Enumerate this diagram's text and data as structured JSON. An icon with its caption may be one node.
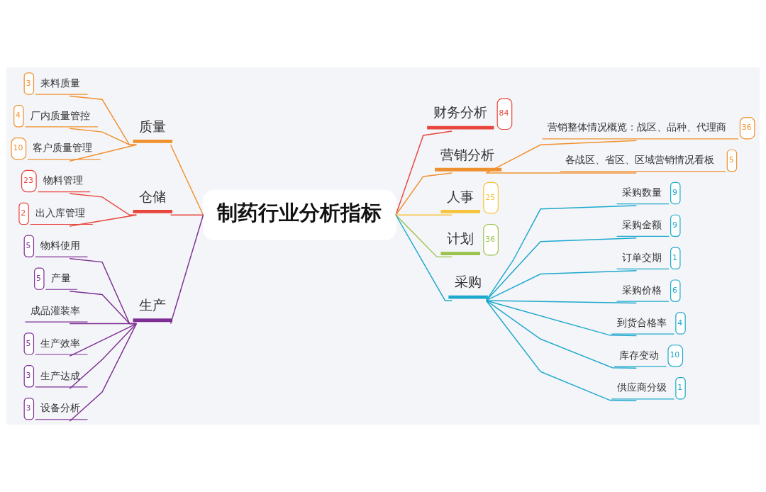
{
  "diagram": {
    "nodes": [
      {
        "text": [
          "制药行业分析指标"
        ]
      },
      {
        "text": [
          "财务分析",
          "84"
        ]
      },
      {
        "text": [
          "营销分析"
        ]
      },
      {
        "text": [
          "营销整体情况概览：战区、品种、代理商",
          "36"
        ]
      },
      {
        "text": [
          "各战区、省区、区域营销情况看板",
          "5"
        ]
      },
      {
        "text": [
          "人事",
          "25"
        ]
      },
      {
        "text": [
          "计划",
          "36"
        ]
      },
      {
        "text": [
          "采购"
        ]
      },
      {
        "text": [
          "采购数量",
          "9"
        ]
      },
      {
        "text": [
          "采购金额",
          "9"
        ]
      },
      {
        "text": [
          "订单交期",
          "1"
        ]
      },
      {
        "text": [
          "采购价格",
          "6"
        ]
      },
      {
        "text": [
          "到货合格率",
          "4"
        ]
      },
      {
        "text": [
          "库存变动",
          "10"
        ]
      },
      {
        "text": [
          "供应商分级",
          "1"
        ]
      },
      {
        "text": [
          "质量"
        ]
      },
      {
        "text": [
          "3",
          "来料质量"
        ]
      },
      {
        "text": [
          "4",
          "厂内质量管控"
        ]
      },
      {
        "text": [
          "10",
          "客户质量管理"
        ]
      },
      {
        "text": [
          "仓储"
        ]
      },
      {
        "text": [
          "23",
          "物料管理"
        ]
      },
      {
        "text": [
          "2",
          "出入库管理"
        ]
      },
      {
        "text": [
          "生产"
        ]
      },
      {
        "text": [
          "5",
          "物料使用"
        ]
      },
      {
        "text": [
          "5",
          "产量"
        ]
      },
      {
        "text": [
          "成品灌装率"
        ]
      },
      {
        "text": [
          "5",
          "生产效率"
        ]
      },
      {
        "text": [
          "3",
          "生产达成"
        ]
      },
      {
        "text": [
          "3",
          "设备分析"
        ]
      }
    ],
    "edges": [
      {
        "from": 0,
        "to": 1,
        "arrow": "none",
        "color": "#e8453c"
      },
      {
        "from": 0,
        "to": 2,
        "arrow": "none",
        "color": "#f0912f"
      },
      {
        "from": 2,
        "to": 3,
        "arrow": "none",
        "color": "#f0912f"
      },
      {
        "from": 2,
        "to": 4,
        "arrow": "none",
        "color": "#f0912f"
      },
      {
        "from": 0,
        "to": 5,
        "arrow": "none",
        "color": "#f7c33b"
      },
      {
        "from": 0,
        "to": 6,
        "arrow": "none",
        "color": "#9bc24a"
      },
      {
        "from": 0,
        "to": 7,
        "arrow": "none",
        "color": "#1ea8cc"
      },
      {
        "from": 7,
        "to": 8,
        "arrow": "none",
        "color": "#1ea8cc"
      },
      {
        "from": 7,
        "to": 9,
        "arrow": "none",
        "color": "#1ea8cc"
      },
      {
        "from": 7,
        "to": 10,
        "arrow": "none",
        "color": "#1ea8cc"
      },
      {
        "from": 7,
        "to": 11,
        "arrow": "none",
        "color": "#1ea8cc"
      },
      {
        "from": 7,
        "to": 12,
        "arrow": "none",
        "color": "#1ea8cc"
      },
      {
        "from": 7,
        "to": 13,
        "arrow": "none",
        "color": "#1ea8cc"
      },
      {
        "from": 7,
        "to": 14,
        "arrow": "none",
        "color": "#1ea8cc"
      },
      {
        "from": 0,
        "to": 15,
        "arrow": "none",
        "color": "#f0912f"
      },
      {
        "from": 15,
        "to": 16,
        "arrow": "none",
        "color": "#f0912f"
      },
      {
        "from": 15,
        "to": 17,
        "arrow": "none",
        "color": "#f0912f"
      },
      {
        "from": 15,
        "to": 18,
        "arrow": "none",
        "color": "#f0912f"
      },
      {
        "from": 0,
        "to": 19,
        "arrow": "none",
        "color": "#e8453c"
      },
      {
        "from": 19,
        "to": 20,
        "arrow": "none",
        "color": "#e8453c"
      },
      {
        "from": 19,
        "to": 21,
        "arrow": "none",
        "color": "#e8453c"
      },
      {
        "from": 0,
        "to": 22,
        "arrow": "none",
        "color": "#7e2f93"
      },
      {
        "from": 22,
        "to": 23,
        "arrow": "none",
        "color": "#7e2f93"
      },
      {
        "from": 22,
        "to": 24,
        "arrow": "none",
        "color": "#7e2f93"
      },
      {
        "from": 22,
        "to": 25,
        "arrow": "none",
        "color": "#7e2f93"
      },
      {
        "from": 22,
        "to": 26,
        "arrow": "none",
        "color": "#7e2f93"
      },
      {
        "from": 22,
        "to": 27,
        "arrow": "none",
        "color": "#7e2f93"
      },
      {
        "from": 22,
        "to": 28,
        "arrow": "none",
        "color": "#7e2f93"
      }
    ]
  }
}
